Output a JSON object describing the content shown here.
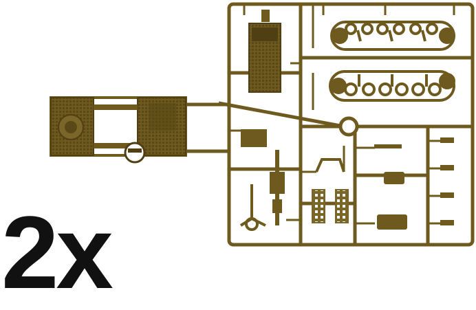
{
  "quantity_label": "2x",
  "colors": {
    "plastic": "#6e5a1e",
    "plastic_dark": "#4f3f12",
    "plastic_light": "#8a7532",
    "background": "#ffffff",
    "text": "#111111"
  },
  "subject": {
    "sprue_frame": "sprue-frame",
    "parts": [
      "hull-part",
      "chassis-part",
      "track-run-upper",
      "track-run-lower",
      "machine-gun-part",
      "ladder-part",
      "detail-parts"
    ]
  }
}
